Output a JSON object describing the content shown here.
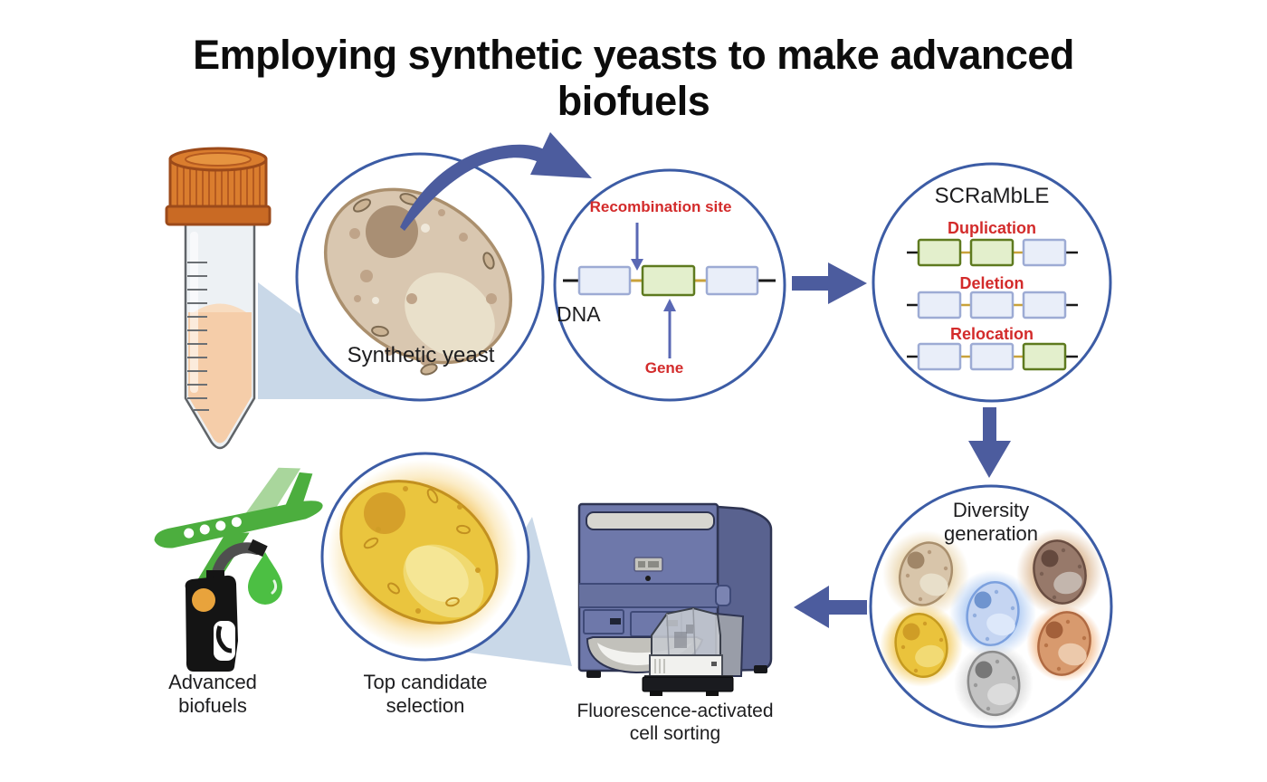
{
  "title": "Employing synthetic yeasts to make advanced biofuels",
  "steps": {
    "synthetic_yeast": {
      "label": "Synthetic yeast"
    },
    "dna_map": {
      "dna_label": "DNA",
      "recombination_site_label": "Recombination site",
      "gene_label": "Gene"
    },
    "scramble": {
      "title": "SCRaMbLE",
      "operations": [
        "Duplication",
        "Deletion",
        "Relocation"
      ]
    },
    "diversity": {
      "label": "Diversity generation"
    },
    "facs": {
      "label": "Fluorescence-activated cell sorting"
    },
    "top_candidate": {
      "label": "Top candidate selection"
    },
    "advanced_biofuels": {
      "label": "Advanced biofuels"
    }
  },
  "colors": {
    "circle_stroke": "#3c5ca5",
    "arrow_blue": "#4c5c9e",
    "annotation_arrow_blue": "#5a68b4",
    "label_red": "#d32b2b",
    "gene_box_fill": "#e3efcc",
    "gene_box_stroke": "#5e7a1f",
    "segment_box_fill": "#e9eef9",
    "segment_box_stroke": "#9dabd4",
    "linker_gold": "#c9a23a",
    "callout_blue": "#c9d8e8",
    "tube_cap_orange": "#da7d2e",
    "tube_liquid_peach": "#f5cda9",
    "yeast_body_tan": "#d9c7b0",
    "candidate_yellow": "#eac53e",
    "machine_blue": "#6e78aa",
    "biofuel_green": "#4cae3e",
    "diversity_cell_colors": [
      "#d8c5aa",
      "#97796a",
      "#c5d5f2",
      "#eac33c",
      "#d89a6e",
      "#c3c3c3"
    ]
  }
}
